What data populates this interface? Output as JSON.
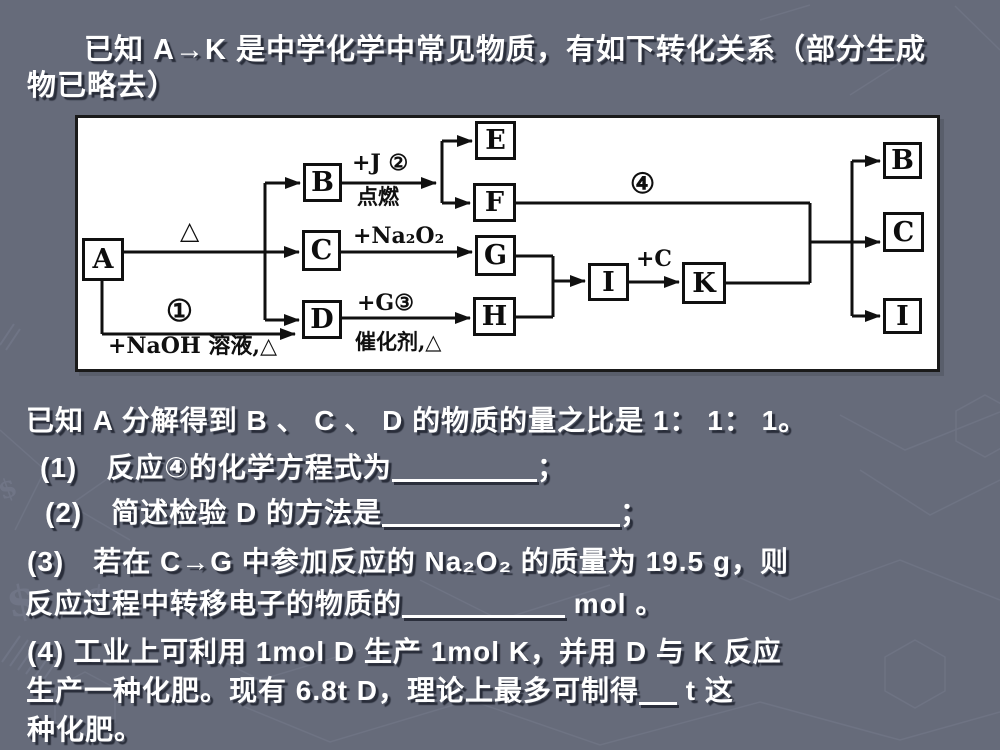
{
  "page": {
    "background_color": "#666b7a",
    "text_color": "#ffffff",
    "shadow_color": "#242834",
    "diagram_background": "#ffffff",
    "diagram_ink": "#1a1a1a"
  },
  "title": {
    "line1": "已知 A→K 是中学化学中常见物质，有如下转化关系（部分生成",
    "line2": "物已略去）"
  },
  "intro": "已知 A 分解得到 B 、 C 、 D 的物质的量之比是 1： 1： 1。",
  "questions": {
    "q1": {
      "pre": "(1)　反应④的化学方程式为",
      "post": "；"
    },
    "q2": {
      "pre": "(2)　简述检验 D 的方法是",
      "post": "；"
    },
    "q3": {
      "line1": "(3)　若在 C→G 中参加反应的 Na₂O₂ 的质量为 19.5 g，则",
      "line2_pre": "反应过程中转移电子的物质的",
      "line2_post": " mol 。"
    },
    "q4": {
      "line1": "(4) 工业上可利用 1mol D 生产 1mol K，并用 D 与 K 反应",
      "line2_pre": "生产一种化肥。现有 6.8t D，理论上最多可制得",
      "line2_post": " t 这",
      "line3": "种化肥。"
    }
  },
  "diagram": {
    "nodes": [
      {
        "id": "A",
        "label": "A"
      },
      {
        "id": "B",
        "label": "B"
      },
      {
        "id": "C",
        "label": "C"
      },
      {
        "id": "D",
        "label": "D"
      },
      {
        "id": "E",
        "label": "E"
      },
      {
        "id": "F",
        "label": "F"
      },
      {
        "id": "G",
        "label": "G"
      },
      {
        "id": "H",
        "label": "H"
      },
      {
        "id": "I",
        "label": "I"
      },
      {
        "id": "K",
        "label": "K"
      },
      {
        "id": "B2",
        "label": "B"
      },
      {
        "id": "C2",
        "label": "C"
      },
      {
        "id": "I2",
        "label": "I"
      }
    ],
    "labels": {
      "delta": "△",
      "circle1": "①",
      "naoh": "+NaOH 溶液,△",
      "plus_j": "+J ②",
      "ignite": "点燃",
      "na2o2": "+Na₂O₂",
      "plus_g": "+G③",
      "catalyst": "催化剂,△",
      "circle4": "④",
      "plus_c": "+C"
    }
  }
}
